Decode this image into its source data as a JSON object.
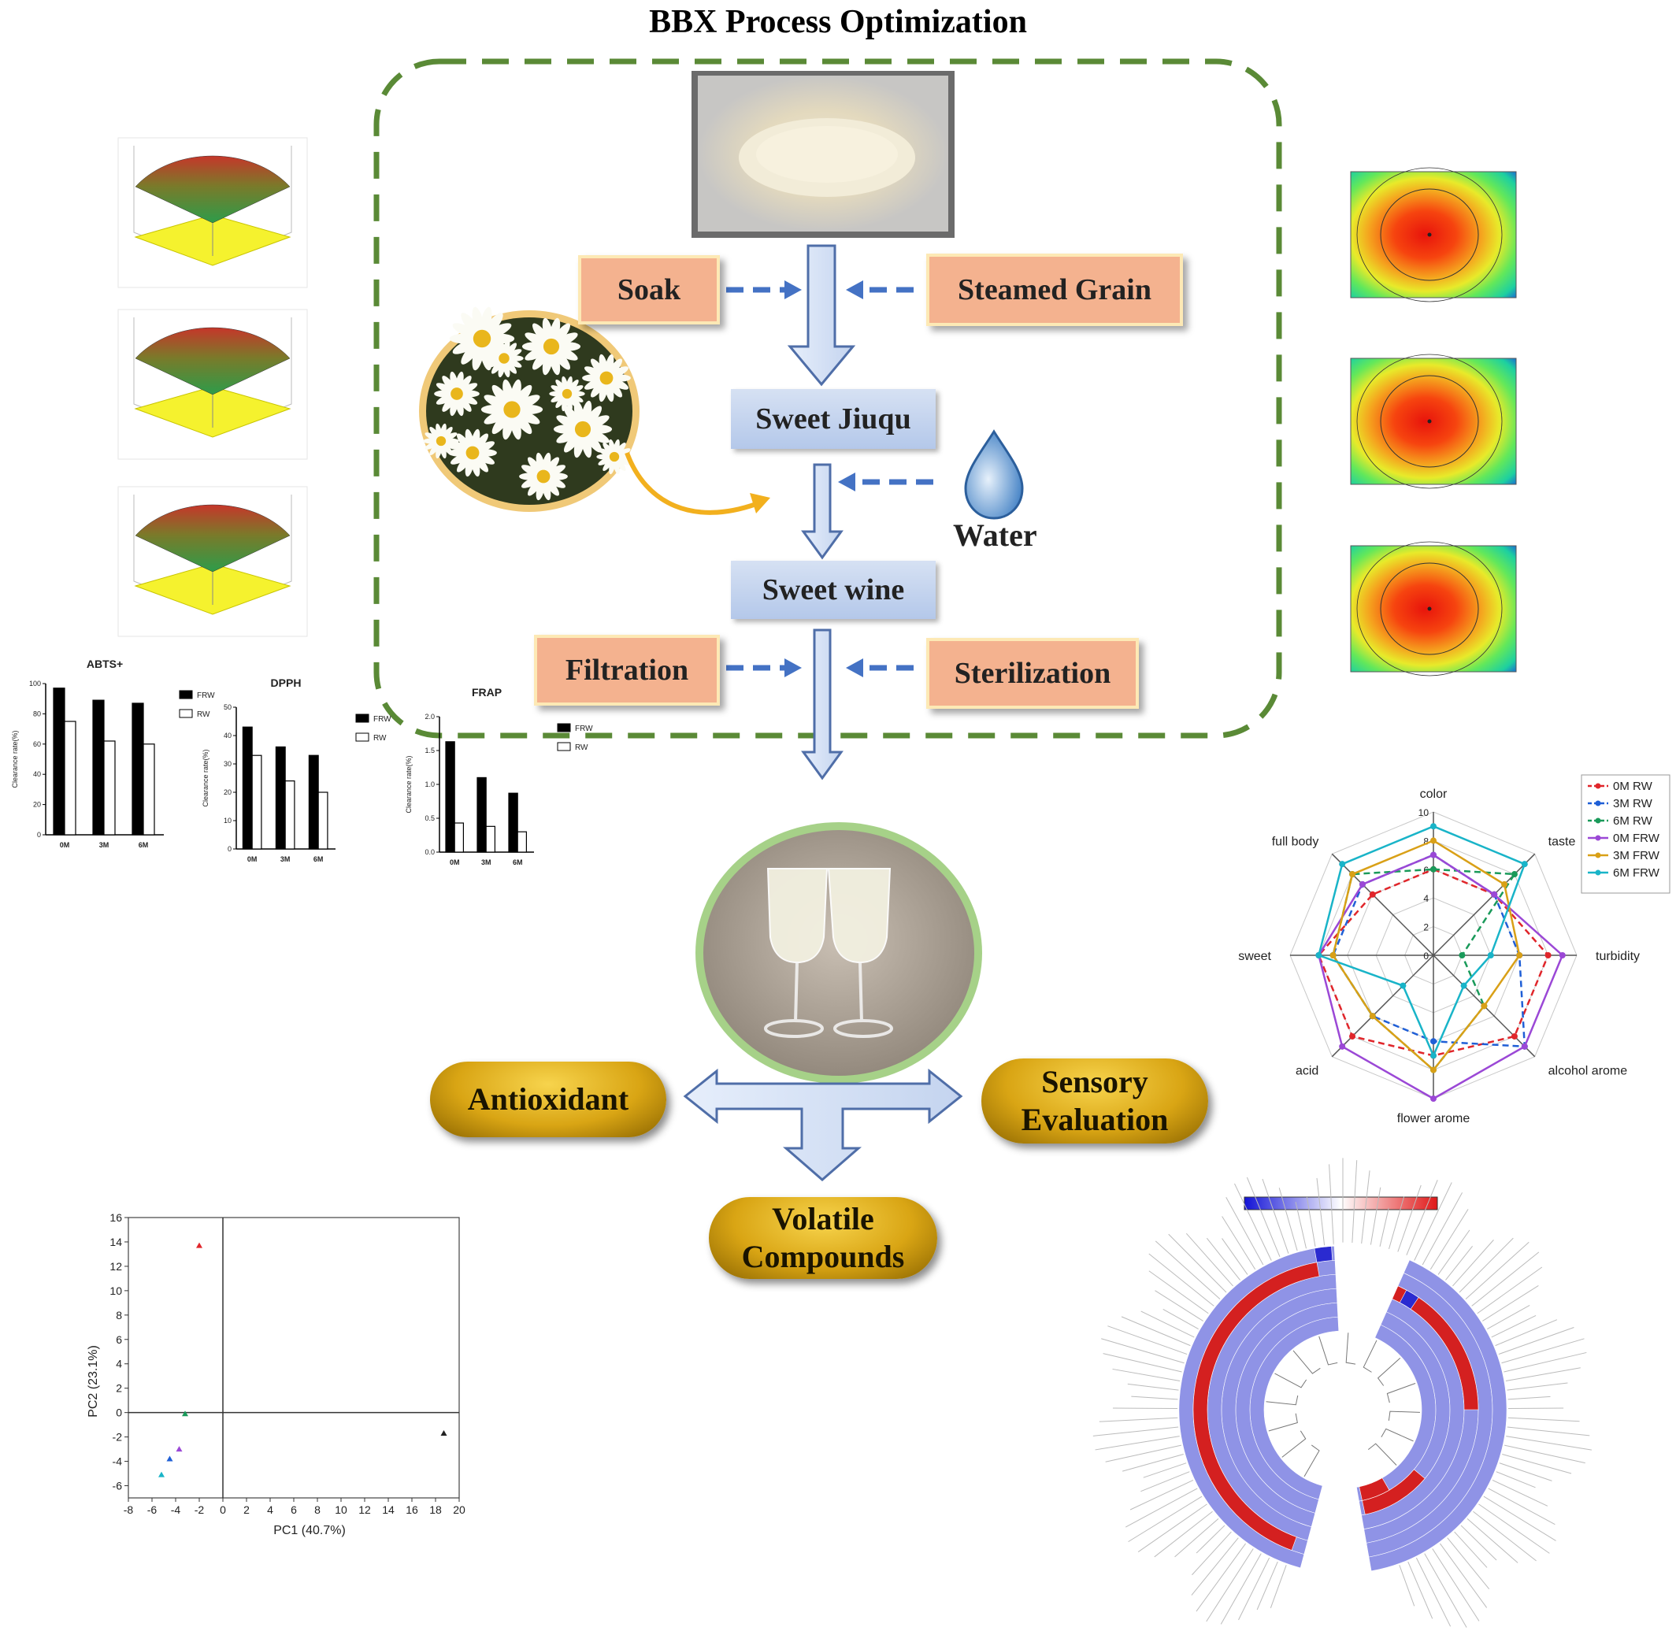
{
  "title": "BBX Process Optimization",
  "process": {
    "soak": "Soak",
    "steamed_grain": "Steamed Grain",
    "sweet_jiuqu": "Sweet Jiuqu",
    "water": "Water",
    "sweet_wine": "Sweet wine",
    "filtration": "Filtration",
    "sterilization": "Sterilization"
  },
  "outcomes": {
    "antioxidant": "Antioxidant",
    "sensory": "Sensory Evaluation",
    "volatile": "Volatile Compounds"
  },
  "colors": {
    "dashed_border": "#5a8a36",
    "arrow_blue": "#4472c4",
    "orange_box": "#f4b28f",
    "gold_pill": "#d9a514",
    "curve_arrow": "#f2b01e"
  },
  "chart_data": [
    {
      "type": "bar",
      "title": "ABTS+",
      "categories": [
        "0M",
        "3M",
        "6M"
      ],
      "series": [
        {
          "name": "FRW",
          "values": [
            97,
            89,
            87
          ]
        },
        {
          "name": "RW",
          "values": [
            75,
            62,
            60
          ]
        }
      ],
      "ylabel": "Clearance rate(%)",
      "ylim": [
        0,
        100
      ],
      "yticks": [
        "0",
        "20",
        "40",
        "60",
        "80",
        "100"
      ]
    },
    {
      "type": "bar",
      "title": "DPPH",
      "categories": [
        "0M",
        "3M",
        "6M"
      ],
      "series": [
        {
          "name": "FRW",
          "values": [
            43,
            36,
            33
          ]
        },
        {
          "name": "RW",
          "values": [
            33,
            24,
            20
          ]
        }
      ],
      "ylabel": "Clearance rate(%)",
      "ylim": [
        0,
        50
      ],
      "yticks": [
        "0",
        "10",
        "20",
        "30",
        "40",
        "50"
      ]
    },
    {
      "type": "bar",
      "title": "FRAP",
      "categories": [
        "0M",
        "3M",
        "6M"
      ],
      "series": [
        {
          "name": "FRW",
          "values": [
            1.63,
            1.1,
            0.87
          ]
        },
        {
          "name": "RW",
          "values": [
            0.43,
            0.38,
            0.3
          ]
        }
      ],
      "ylabel": "Clearance rate(%)",
      "ylim": [
        0,
        2.0
      ],
      "yticks": [
        "0.0",
        "0.5",
        "1.0",
        "1.5",
        "2.0"
      ]
    },
    {
      "type": "radar",
      "axes": [
        "color",
        "taste",
        "turbidity",
        "alcohol arome",
        "flower arome",
        "acid",
        "sweet",
        "full body"
      ],
      "rmax": 10,
      "rticks": [
        "0",
        "2",
        "4",
        "6",
        "8",
        "10"
      ],
      "series": [
        {
          "name": "0M RW",
          "color": "#e0262b",
          "dashed": true,
          "values": [
            6,
            6,
            8,
            8,
            7,
            8,
            8,
            6
          ]
        },
        {
          "name": "3M RW",
          "color": "#1f5fd6",
          "dashed": true,
          "values": [
            7,
            6,
            6,
            9,
            6,
            6,
            7,
            7
          ]
        },
        {
          "name": "6M RW",
          "color": "#1a9a5a",
          "dashed": true,
          "values": [
            6,
            8,
            2,
            5,
            8,
            6,
            7,
            8
          ]
        },
        {
          "name": "0M FRW",
          "color": "#9b48d6",
          "dashed": false,
          "values": [
            7,
            6,
            9,
            9,
            10,
            9,
            8,
            7
          ]
        },
        {
          "name": "3M FRW",
          "color": "#d9a017",
          "dashed": false,
          "values": [
            8,
            7,
            6,
            5,
            8,
            6,
            7,
            8
          ]
        },
        {
          "name": "6M FRW",
          "color": "#19b4c8",
          "dashed": false,
          "values": [
            9,
            9,
            4,
            3,
            7,
            3,
            8,
            9
          ]
        }
      ]
    },
    {
      "type": "scatter",
      "xlabel": "PC1 (40.7%)",
      "ylabel": "PC2 (23.1%)",
      "xlim": [
        -8,
        20
      ],
      "ylim": [
        -7,
        16
      ],
      "xticks": [
        "-8",
        "-6",
        "-4",
        "-2",
        "0",
        "2",
        "4",
        "6",
        "8",
        "10",
        "12",
        "14",
        "16",
        "18",
        "20"
      ],
      "yticks": [
        "-6",
        "-4",
        "-2",
        "0",
        "2",
        "4",
        "6",
        "8",
        "10",
        "12",
        "14",
        "16"
      ],
      "points": [
        {
          "x": -2,
          "y": 13.7,
          "color": "#e0262b"
        },
        {
          "x": 18.7,
          "y": -1.7,
          "color": "#222222"
        },
        {
          "x": -3.2,
          "y": -0.1,
          "color": "#1a9a5a"
        },
        {
          "x": -3.7,
          "y": -3.0,
          "color": "#9b48d6"
        },
        {
          "x": -4.5,
          "y": -3.8,
          "color": "#1f5fd6"
        },
        {
          "x": -5.2,
          "y": -5.1,
          "color": "#19b4c8"
        }
      ]
    }
  ]
}
